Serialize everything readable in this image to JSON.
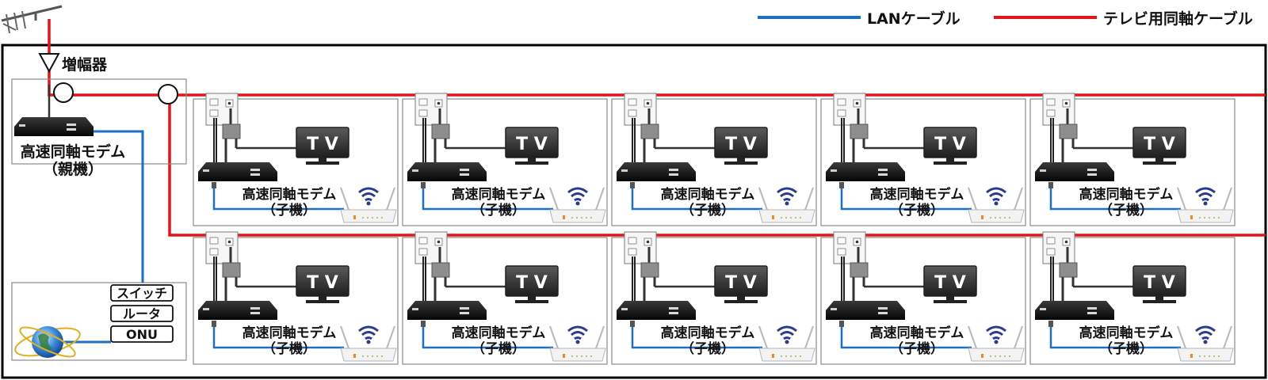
{
  "legend": {
    "lan": {
      "label": "LANケーブル",
      "color": "#1e6fbf"
    },
    "coax": {
      "label": "テレビ用同軸ケーブル",
      "color": "#e2141c"
    }
  },
  "amplifier": {
    "label": "増幅器"
  },
  "parent_modem": {
    "label": "高速同軸モデム",
    "sublabel": "（親機）"
  },
  "network": {
    "devices": [
      "スイッチ",
      "ルータ",
      "ONU"
    ],
    "globe_icon": "globe-icon"
  },
  "unit": {
    "tv_label": "T V",
    "modem_label": "高速同軸モデム",
    "modem_sublabel": "（子機）",
    "icons": [
      "wall-outlet-icon",
      "splitter-icon",
      "tv-icon",
      "modem-icon",
      "wifi-router-icon"
    ]
  },
  "rows": [
    {
      "units": [
        1,
        2,
        3,
        4,
        5
      ]
    },
    {
      "units": [
        6,
        7,
        8,
        9,
        10
      ]
    }
  ]
}
